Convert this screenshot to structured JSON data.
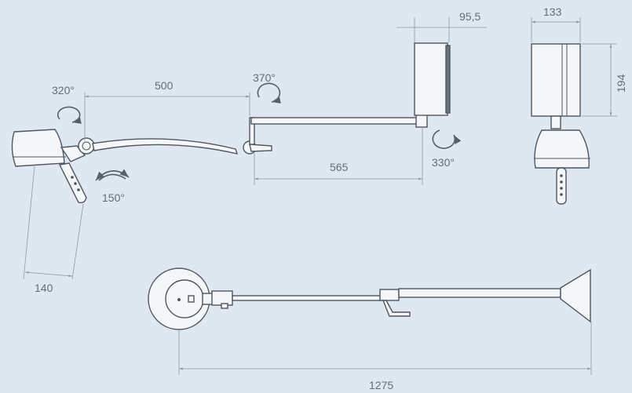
{
  "labels": {
    "rot_head": "320°",
    "rot_joint": "370°",
    "rot_wall": "330°",
    "tilt_handle": "150°",
    "dim_arm_upper": "500",
    "dim_arm_lower": "565",
    "dim_box_depth": "95,5",
    "dim_box_width": "133",
    "dim_box_height": "194",
    "dim_head": "140",
    "dim_total": "1275"
  },
  "colors": {
    "background": "#dfe8f1",
    "line": "#4e5660",
    "dimension": "#8c98a4",
    "text": "#5f6e7c"
  }
}
